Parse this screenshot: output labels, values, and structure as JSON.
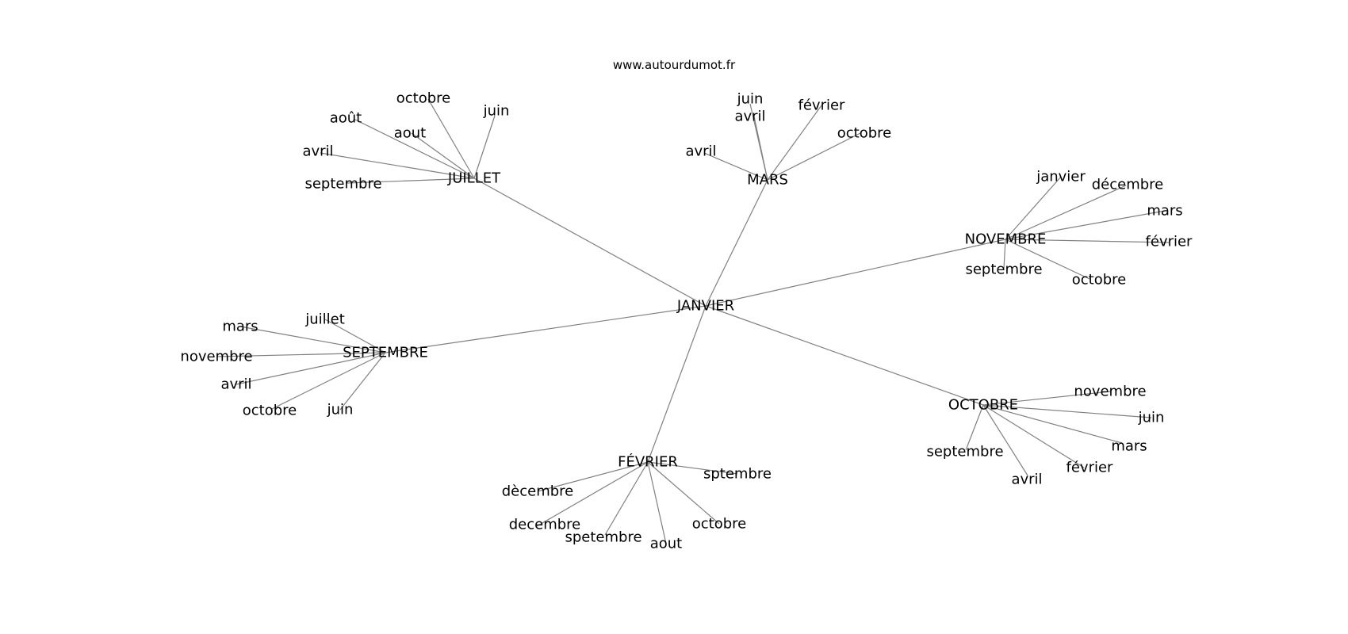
{
  "credit": "www.autourdumot.fr",
  "colors": {
    "edge": "#808080",
    "text": "#000000",
    "background": "#ffffff"
  },
  "graph": {
    "center": "JANVIER",
    "hubs": [
      {
        "id": "juillet",
        "label": "JUILLET",
        "leaves": [
          "octobre",
          "juin",
          "août",
          "aout",
          "avril",
          "septembre"
        ]
      },
      {
        "id": "mars",
        "label": "MARS",
        "leaves": [
          "juin",
          "avril",
          "février",
          "octobre",
          "avril"
        ]
      },
      {
        "id": "novembre",
        "label": "NOVEMBRE",
        "leaves": [
          "janvier",
          "décembre",
          "mars",
          "février",
          "septembre",
          "octobre"
        ]
      },
      {
        "id": "septembre",
        "label": "SEPTEMBRE",
        "leaves": [
          "juillet",
          "mars",
          "novembre",
          "avril",
          "octobre",
          "juin"
        ]
      },
      {
        "id": "octobre",
        "label": "OCTOBRE",
        "leaves": [
          "novembre",
          "juin",
          "mars",
          "février",
          "avril",
          "septembre"
        ]
      },
      {
        "id": "fevrier",
        "label": "FÉVRIER",
        "leaves": [
          "sptembre",
          "dècembre",
          "decembre",
          "spetembre",
          "aout",
          "octobre"
        ]
      }
    ]
  }
}
